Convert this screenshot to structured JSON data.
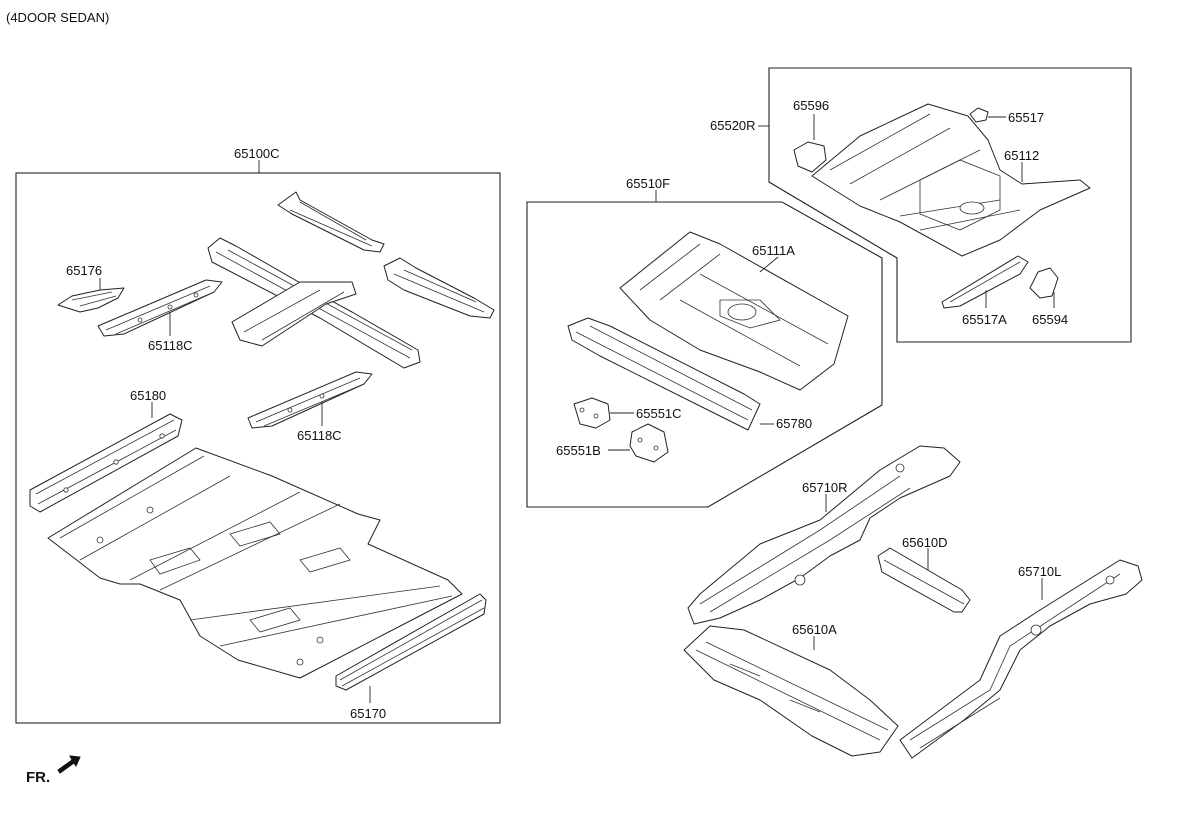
{
  "header": {
    "variant": "(4DOOR SEDAN)"
  },
  "labels": {
    "p65100C": "65100C",
    "p65176": "65176",
    "p65118C_a": "65118C",
    "p65118C_b": "65118C",
    "p65180": "65180",
    "p65170": "65170",
    "p65510F": "65510F",
    "p65111A": "65111A",
    "p65551C": "65551C",
    "p65551B": "65551B",
    "p65780": "65780",
    "p65520R": "65520R",
    "p65596": "65596",
    "p65517": "65517",
    "p65112": "65112",
    "p65517A": "65517A",
    "p65594": "65594",
    "p65710R": "65710R",
    "p65610D": "65610D",
    "p65710L": "65710L",
    "p65610A": "65610A"
  },
  "footer": {
    "front_marker": "FR."
  }
}
